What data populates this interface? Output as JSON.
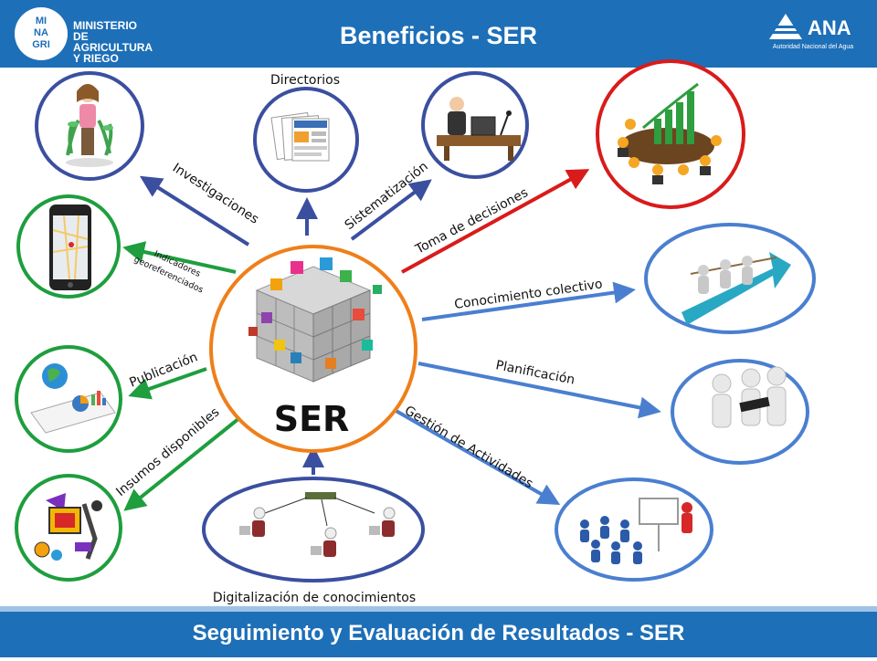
{
  "header": {
    "title": "Beneficios - SER",
    "minagri_logo": {
      "seal": [
        "MI",
        "NA",
        "GRI"
      ],
      "lines": [
        "MINISTERIO",
        "DE AGRICULTURA",
        "Y RIEGO"
      ]
    },
    "ana_logo": {
      "name": "ANA",
      "subtitle": "Autoridad Nacional del Agua"
    }
  },
  "center": {
    "label": "SER",
    "ring_color": "#ef7f1a"
  },
  "colors": {
    "header_bg": "#1d6fb8",
    "footer_stripe": "#9ec3e6",
    "blue": "#4a7fd0",
    "green": "#1e9e3e",
    "red": "#d91b1b",
    "navy": "#3b4fa0",
    "orange": "#ef7f1a"
  },
  "labels": {
    "directorios": "Directorios",
    "investigaciones": "Investigaciones",
    "sistematizacion": "Sistematización",
    "toma_decisiones": "Toma de decisiones",
    "conocimiento_colectivo": "Conocimiento colectivo",
    "planificacion": "Planificación",
    "gestion_actividades": "Gestión de Actividades",
    "indicadores_line1": "Indicadores",
    "indicadores_line2": "georeferenciados",
    "publicacion": "Publicación",
    "insumos_disponibles": "Insumos disponibles",
    "digitalizacion": "Digitalización de conocimientos"
  },
  "footer": {
    "title": "Seguimiento y Evaluación de Resultados - SER"
  }
}
